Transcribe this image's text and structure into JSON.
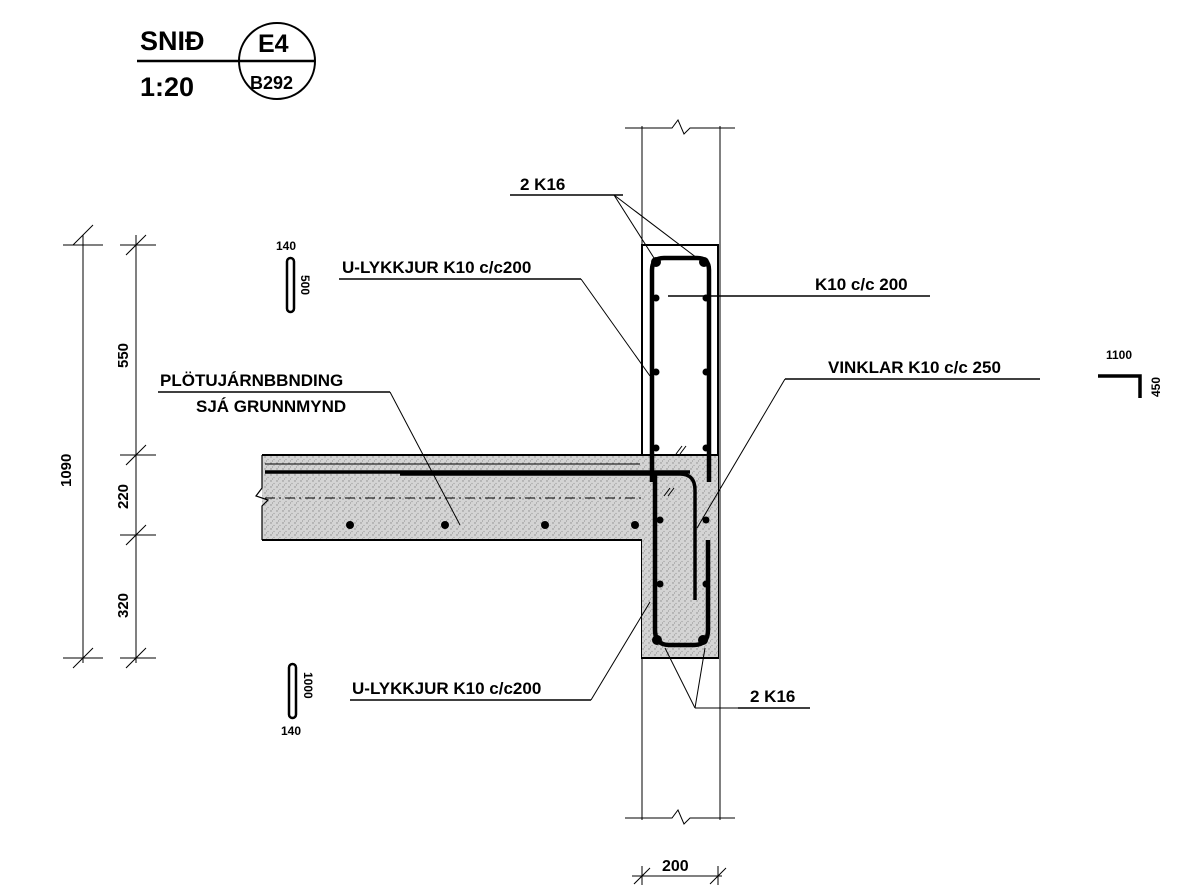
{
  "title_block": {
    "section_label": "SNIÐ",
    "scale": "1:20",
    "detail_id": "E4",
    "sheet_ref": "B292"
  },
  "callouts": {
    "top_bars": "2 K16",
    "upper_stirrups": "U-LYKKJUR K10 c/c200",
    "horizontal_bars": "K10 c/c 200",
    "slab_reinf_line1": "PLÖTUJÁRNBBNDING",
    "slab_reinf_line2": "SJÁ GRUNNMYND",
    "angle_bars": "VINKLAR K10 c/c 250",
    "lower_stirrups": "U-LYKKJUR K10 c/c200",
    "bottom_bars": "2 K16"
  },
  "bar_shapes": {
    "upper_u_width": "140",
    "upper_u_length": "500",
    "lower_u_length": "1000",
    "lower_u_width": "140",
    "angle_leg_h": "1100",
    "angle_leg_v": "450"
  },
  "dimensions": {
    "total_height": "1090",
    "upper_height": "550",
    "slab_thickness": "220",
    "lower_height": "320",
    "wall_width": "200"
  },
  "colors": {
    "line": "#000000",
    "concrete": "#cfcfcf",
    "background": "#ffffff"
  }
}
